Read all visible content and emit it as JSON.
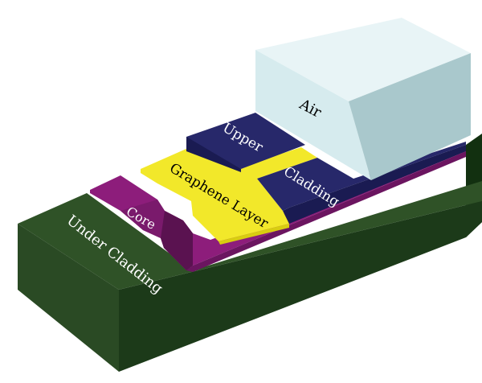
{
  "labels": {
    "air": "Air",
    "upper": "Upper",
    "cladding": "Cladding",
    "graphene": "Graphene Layer",
    "core": "Core",
    "under": "Under Cladding"
  },
  "colors": {
    "under_top": "#2f5227",
    "under_front": "#1c3a19",
    "under_side": "#123010",
    "magenta_top": "#8d1d7b",
    "magenta_front": "#6b1560",
    "magenta_side": "#531048",
    "graphene": "#f2e82a",
    "graphene_side": "#d8cd10",
    "upper_top": "#27286a",
    "upper_front": "#1a1b52",
    "upper_side": "#141544",
    "air_top": "#e8f4f6",
    "air_front": "#d6ebee",
    "air_side": "#a9c8cc",
    "text_light": "#ffffff",
    "text_dark": "#000000"
  }
}
